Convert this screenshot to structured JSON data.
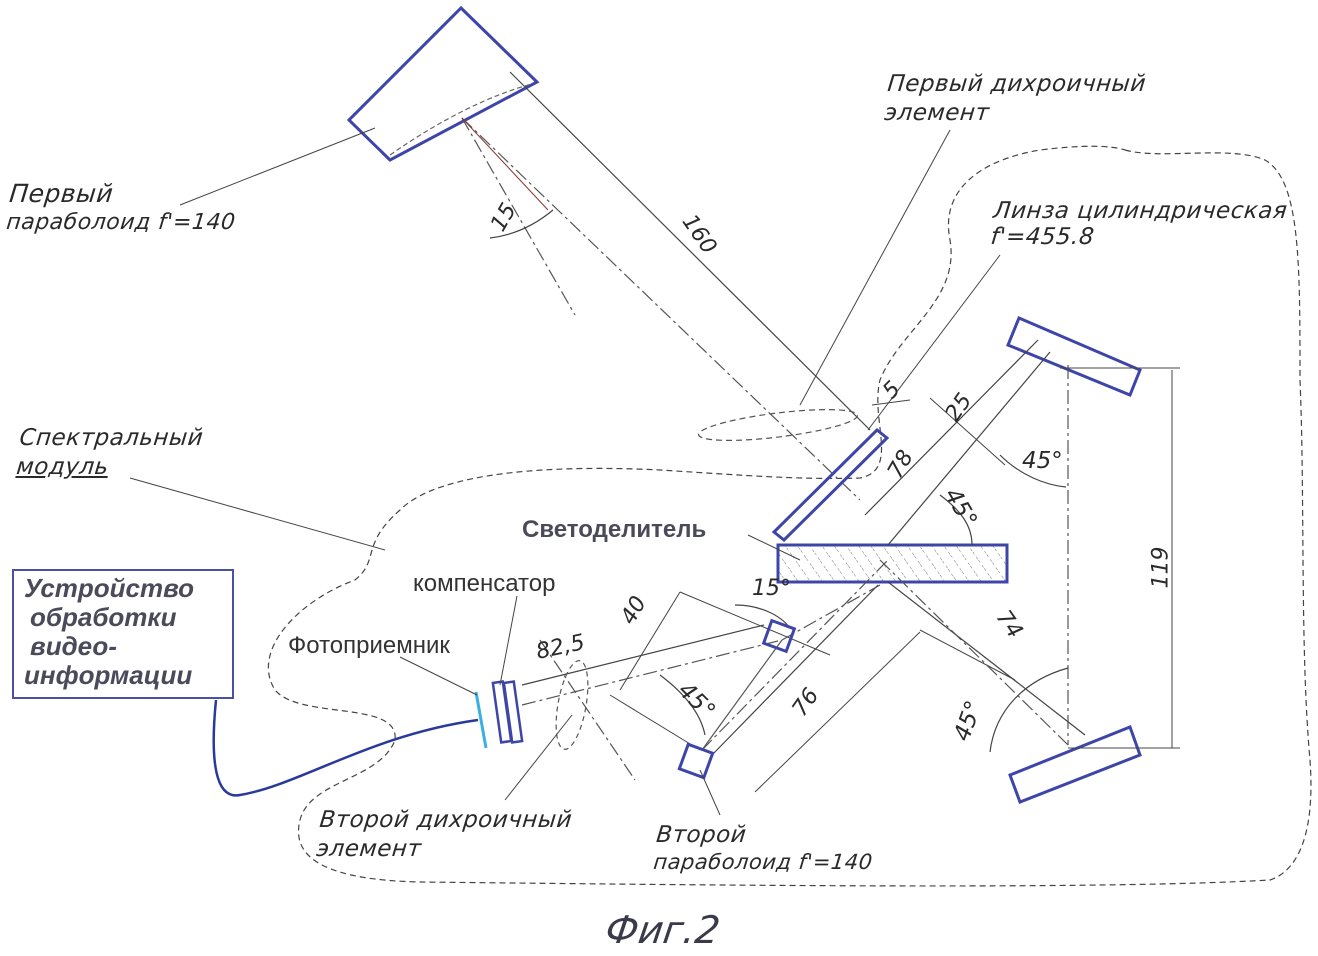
{
  "labels": {
    "first_paraboloid": [
      "Первый",
      "параболоид f'=140"
    ],
    "first_dichroic": [
      "Первый дихроичный",
      "элемент"
    ],
    "cyl_lens": [
      "Линза цилиндрическая",
      "f'=455.8"
    ],
    "spectral_module": [
      "Спектральный",
      "модуль"
    ],
    "beamsplitter": "Светоделитель",
    "compensator": "компенсатор",
    "photodetector": "Фотоприемник",
    "second_dichroic": [
      "Второй дихроичный",
      "элемент"
    ],
    "second_paraboloid": [
      "Второй",
      "параболоид f'=140"
    ],
    "device": [
      "Устройство",
      "обработки",
      "видео-",
      "информации"
    ]
  },
  "dimensions": {
    "d160": "160",
    "a15_top": "15",
    "d5": "5",
    "d25": "25",
    "d78": "78",
    "a45_right": "45°",
    "a45_mid": "45°",
    "d119": "119",
    "d74": "74",
    "a45_bottom": "45°",
    "d40": "40",
    "a15_mid": "15°",
    "d82_5": "82,5",
    "a45_left": "45°",
    "d76": "76"
  },
  "caption": "Фиг.2",
  "colors": {
    "optics": "#3d45a8",
    "lines": "#444444",
    "detector": "#3ab0e0"
  }
}
